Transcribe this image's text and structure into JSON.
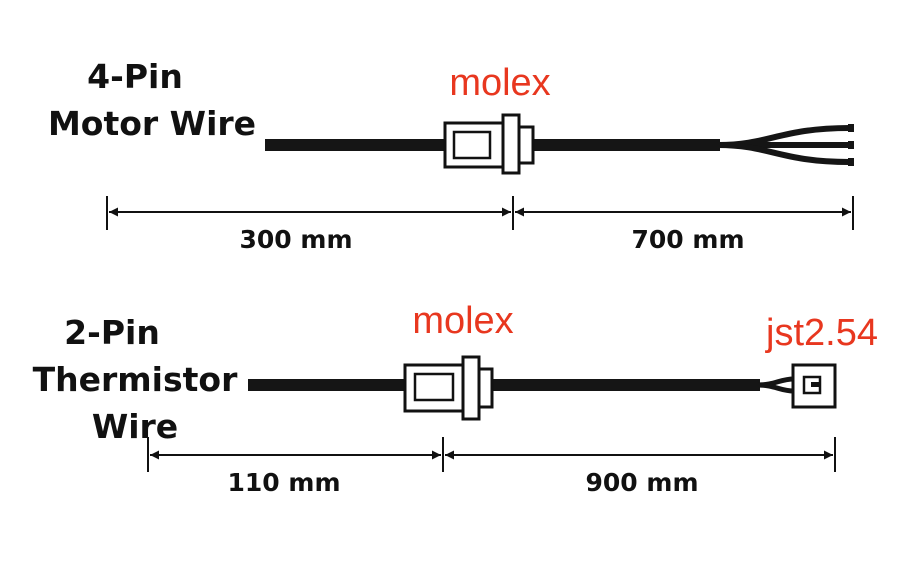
{
  "colors": {
    "label_accent": "#e8371f",
    "wire": "#151515",
    "ink": "#111111",
    "connector_fill": "#ffffff"
  },
  "motor_wire": {
    "title_line1": "4-Pin",
    "title_line2": "Motor Wire",
    "connector_label": "molex",
    "length_left": "300 mm",
    "length_right": "700 mm"
  },
  "thermistor_wire": {
    "title_line1": "2-Pin",
    "title_line2": "Thermistor",
    "title_line3": "Wire",
    "connector_label": "molex",
    "end_connector_label": "jst2.54",
    "length_left": "110 mm",
    "length_right": "900 mm"
  }
}
